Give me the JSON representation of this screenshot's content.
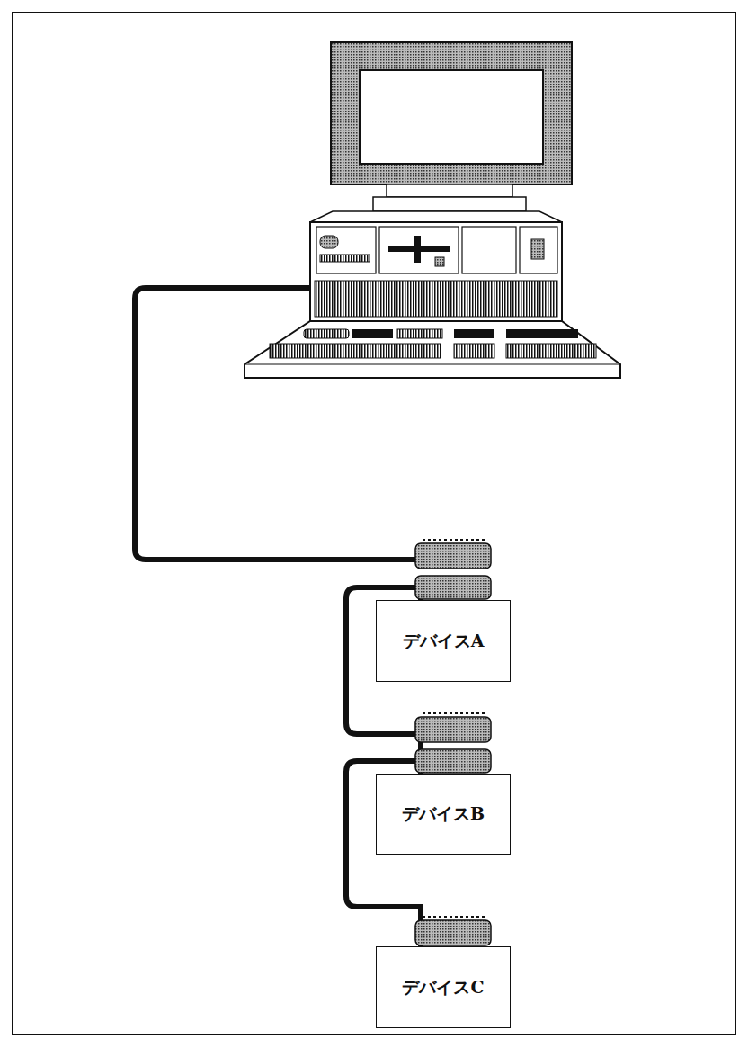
{
  "diagram": {
    "nodes": [
      {
        "text": [
          "デバイスA"
        ]
      },
      {
        "text": [
          "デバイスB"
        ]
      },
      {
        "text": [
          "デバイスC"
        ]
      }
    ],
    "edges": [
      {
        "from": 0,
        "to": 1,
        "arrow": "none"
      },
      {
        "from": 1,
        "to": 2,
        "arrow": "none"
      }
    ]
  }
}
